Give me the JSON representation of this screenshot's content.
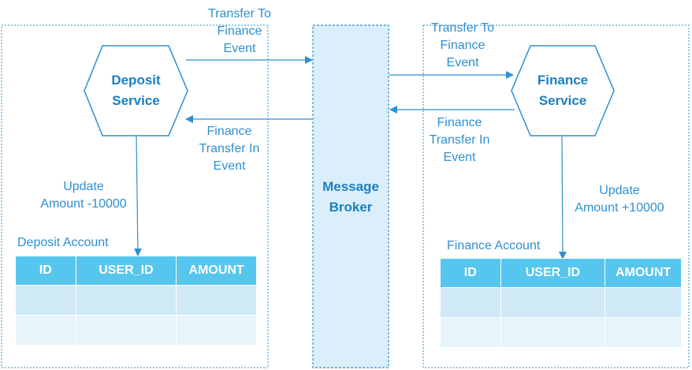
{
  "deposit_service": {
    "label": "Deposit\nService"
  },
  "finance_service": {
    "label": "Finance\nService"
  },
  "message_broker": {
    "label": "Message\nBroker"
  },
  "events": {
    "transfer_to_finance_left": "Transfer To\nFinance\nEvent",
    "transfer_to_finance_right": "Transfer To\nFinance\nEvent",
    "finance_transfer_in_left": "Finance\nTransfer In\nEvent",
    "finance_transfer_in_right": "Finance\nTransfer In\nEvent"
  },
  "updates": {
    "deposit": "Update\nAmount -10000",
    "finance": "Update\nAmount +10000"
  },
  "deposit_account": {
    "title": "Deposit Account",
    "columns": [
      "ID",
      "USER_ID",
      "AMOUNT"
    ]
  },
  "finance_account": {
    "title": "Finance Account",
    "columns": [
      "ID",
      "USER_ID",
      "AMOUNT"
    ]
  },
  "colors": {
    "line": "#2e8fcf",
    "broker_fill": "#dbeffa",
    "table_header": "#56c6ee",
    "table_row_1": "#cfe9f7",
    "table_row_2": "#e6f4fb"
  }
}
